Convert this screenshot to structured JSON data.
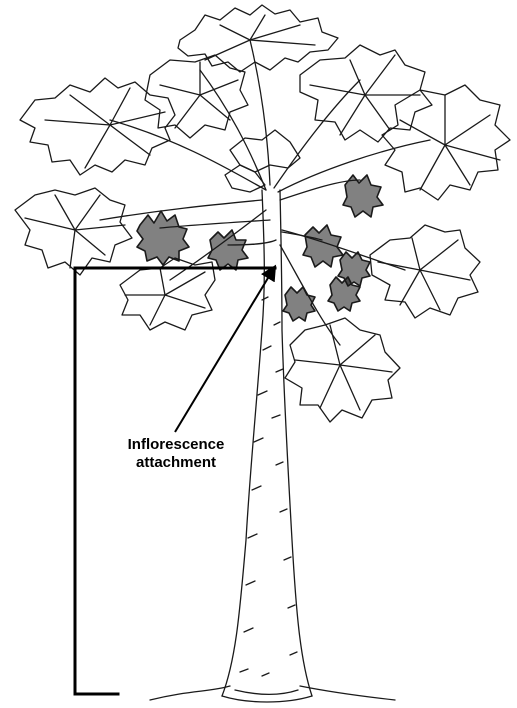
{
  "annotation": {
    "line1": "Inflorescence",
    "line2": "attachment"
  },
  "colors": {
    "ink": "#1a1a1a",
    "paper": "#ffffff"
  },
  "icons": [
    "papaya-tree-illustration",
    "height-bracket",
    "pointer-arrow"
  ]
}
